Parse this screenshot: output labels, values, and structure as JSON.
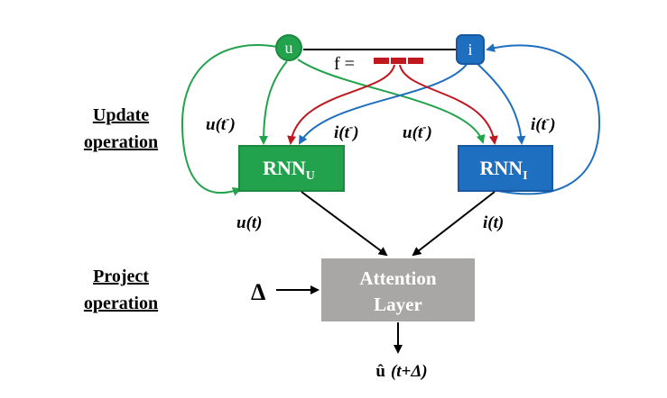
{
  "side_labels": {
    "update": [
      "Update",
      "operation"
    ],
    "project": [
      "Project",
      "operation"
    ]
  },
  "nodes": {
    "user": {
      "label": "u"
    },
    "item": {
      "label": "i"
    },
    "feature": {
      "label": "f ="
    }
  },
  "boxes": {
    "rnn_user": {
      "label": "RNN",
      "subscript": "U"
    },
    "rnn_item": {
      "label": "RNN",
      "subscript": "I"
    },
    "attention": {
      "line1": "Attention",
      "line2": "Layer"
    }
  },
  "edge_labels": {
    "u_prev_left": "u(t",
    "i_prev_mid": "i(t",
    "u_prev_mid": "u(t",
    "i_prev_right": "i(t",
    "prev_sup": "-",
    "close_paren": ")",
    "u_t": "u(t)",
    "i_t": "i(t)"
  },
  "inputs": {
    "delta": "Δ"
  },
  "output": {
    "symbol": "û",
    "expression": "(t+Δ)"
  },
  "colors": {
    "green": "#23a24d",
    "green_dark": "#1c8a3e",
    "blue": "#1f6fc0",
    "blue_dark": "#1858a0",
    "red": "#c0181f",
    "gray": "#a8a7a5",
    "white": "#ffffff",
    "black": "#000000"
  }
}
